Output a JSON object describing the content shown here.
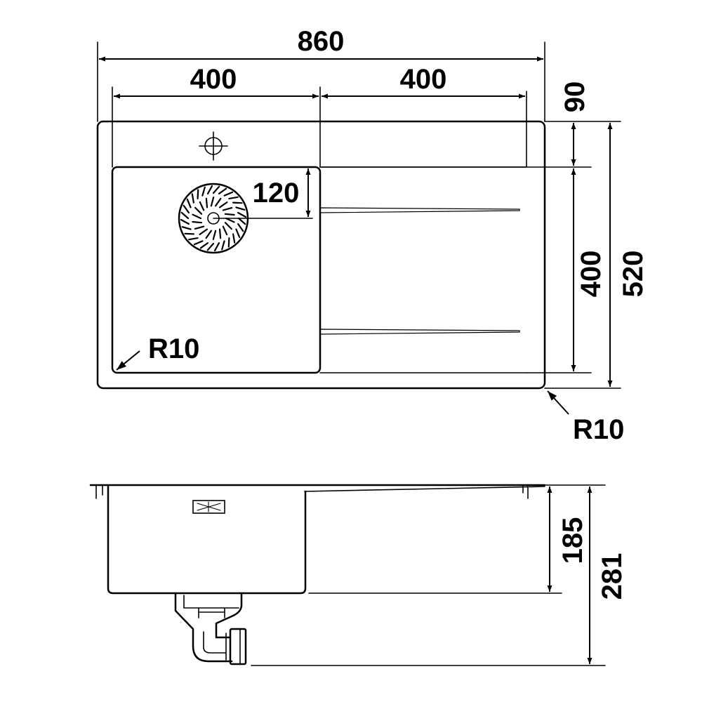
{
  "top_view": {
    "overall_width": "860",
    "bowl_width": "400",
    "drainer_width": "400",
    "front_rim": "90",
    "bowl_depth": "400",
    "overall_depth": "520",
    "waste_offset": "120",
    "inner_radius": "R10",
    "outer_radius": "R10"
  },
  "side_view": {
    "bowl_height": "185",
    "total_height": "281"
  }
}
